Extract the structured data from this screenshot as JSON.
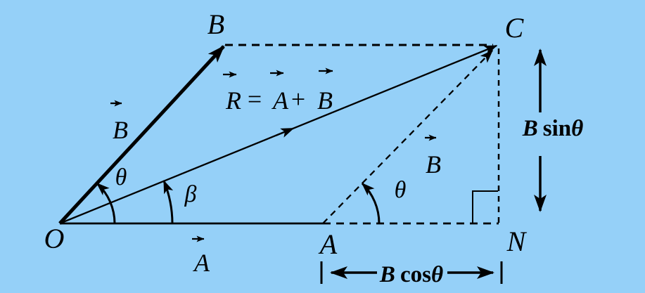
{
  "figure": {
    "background_color": "#95d0f8",
    "ink_color": "#000000",
    "description": "Parallelogram law of vector addition diagram"
  },
  "points": {
    "origin": "O",
    "b_vertex": "B",
    "c_vertex": "C",
    "a_vertex": "A",
    "n_foot": "N"
  },
  "vector_labels": {
    "b_side": "B",
    "a_bottom": "A",
    "b_translated": "B"
  },
  "equation": {
    "result": "R",
    "equals": "=",
    "first": "A",
    "plus": "+",
    "second": "B"
  },
  "angles": {
    "theta_at_origin": "θ",
    "beta_at_origin": "β",
    "theta_at_a": "θ"
  },
  "measurements": {
    "vertical_component": {
      "coefficient": "B",
      "function": "sin",
      "angle": "θ"
    },
    "horizontal_component": {
      "coefficient": "B",
      "function": "cos",
      "angle": "θ"
    }
  }
}
